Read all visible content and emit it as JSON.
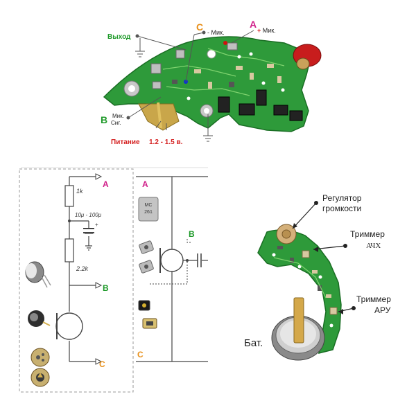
{
  "pcb_top": {
    "labels": {
      "output": "Выход",
      "c_letter": "C",
      "mic_minus": "Мик.",
      "a_letter": "A",
      "mic_plus": "Мик.",
      "b_letter": "B",
      "mic_sig_line1": "Мик.",
      "mic_sig_line2": "Сиг.",
      "power": "Питание",
      "voltage": "1.2 - 1.5 в."
    }
  },
  "schematic": {
    "labels": {
      "r1": "1k",
      "cap": "10μ - 100μ",
      "r2": "2.2k",
      "a_left": "A",
      "b_left": "B",
      "c_left": "C",
      "a_right": "A",
      "b_right": "B",
      "c_right": "C",
      "mic_marking_line1": "MC",
      "mic_marking_line2": "261"
    }
  },
  "pcb_bottom": {
    "labels": {
      "volume_line1": "Регулятор",
      "volume_line2": "громкости",
      "trimmer_freq_line1": "Триммер",
      "trimmer_freq_line2": "АЧХ",
      "trimmer_agc_line1": "Триммер",
      "trimmer_agc_line2": "АРУ",
      "battery": "Бат."
    }
  },
  "colors": {
    "pcb_green": "#2e9a3a",
    "label_green": "#1f9a2a",
    "label_orange": "#e8901a",
    "label_magenta": "#d0208a",
    "label_red": "#d42020",
    "schematic_line": "#444444"
  }
}
